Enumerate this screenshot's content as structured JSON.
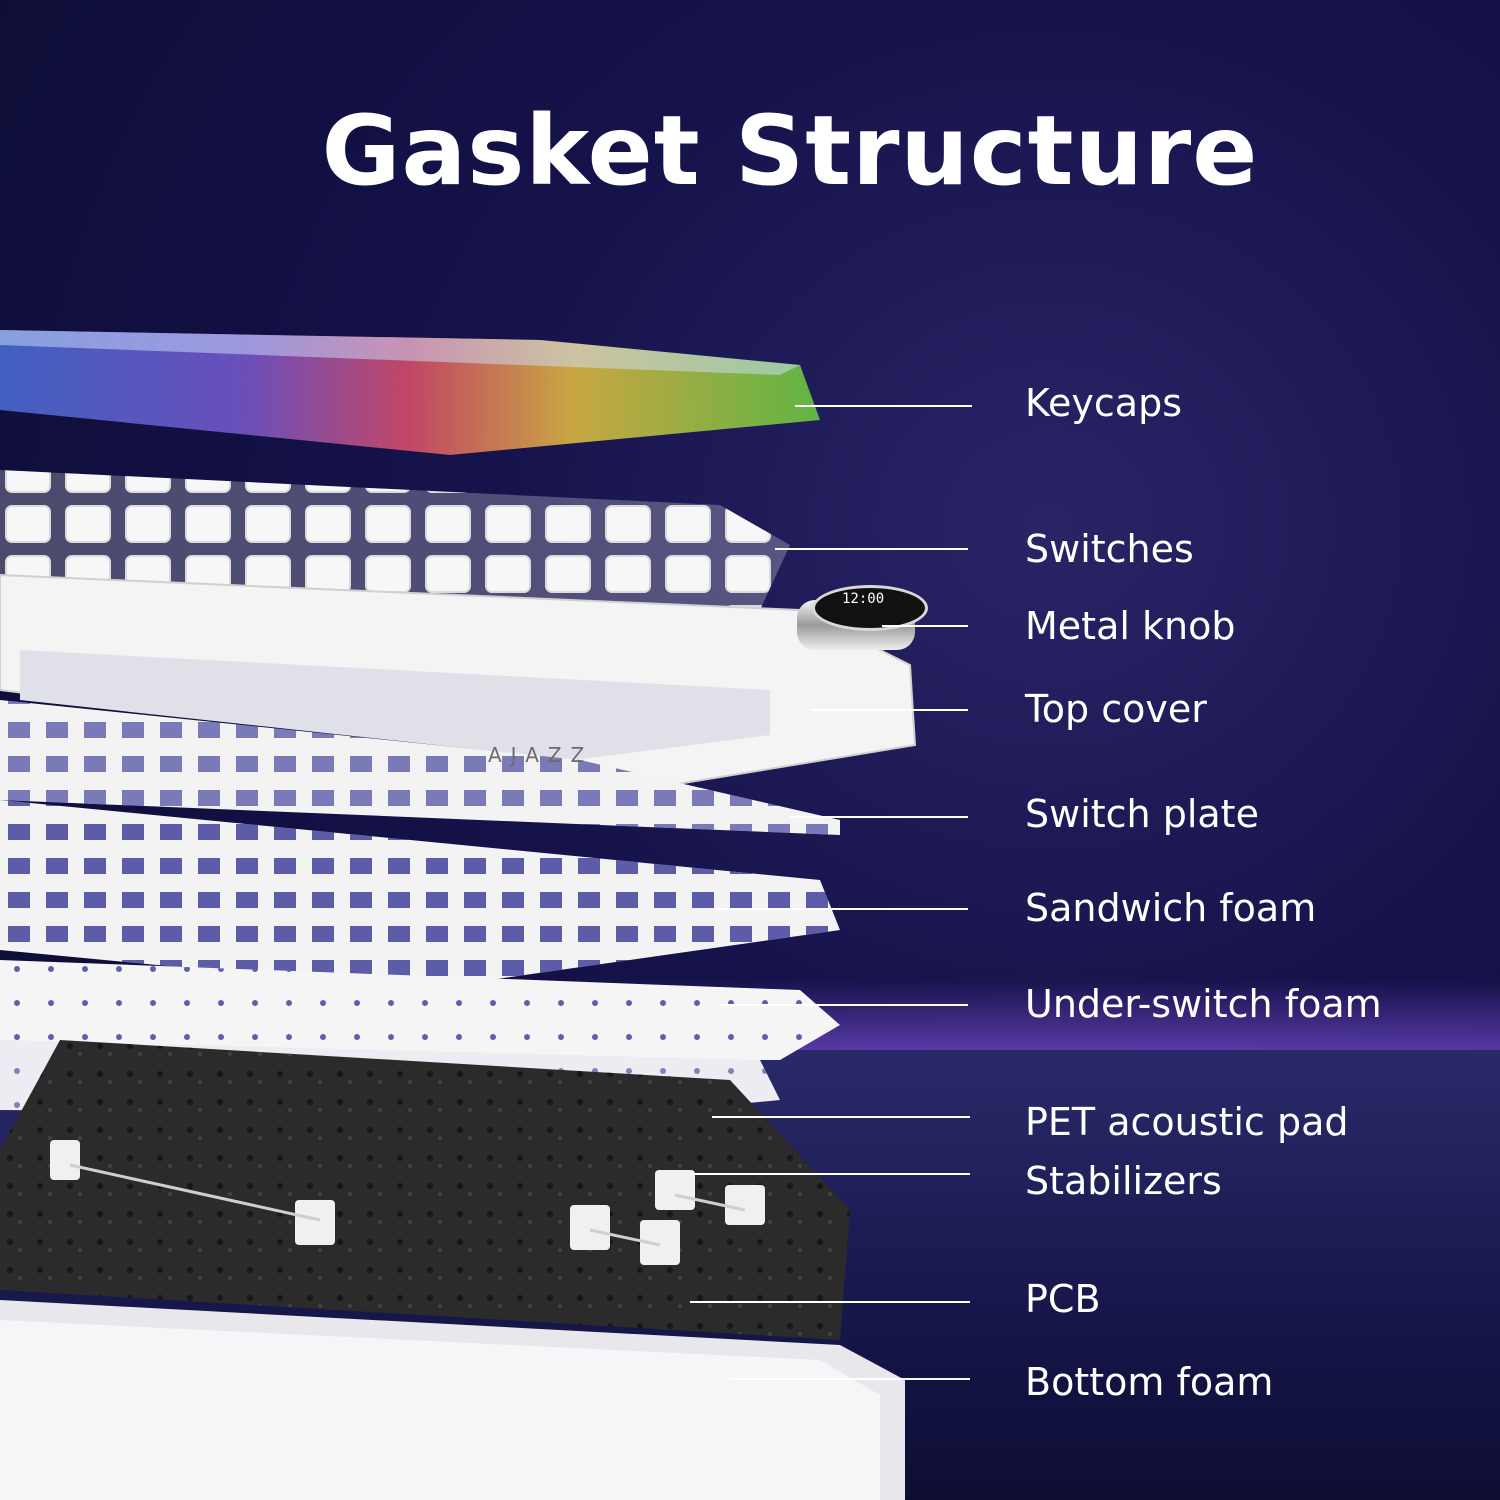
{
  "title": "Gasket Structure",
  "brand": "AJAZZ",
  "knob_time": "12:00",
  "colors": {
    "background": "#15124a",
    "text": "#ffffff",
    "plate": "#f2f2f2",
    "pcb": "#2b2b2b"
  },
  "layers": [
    {
      "label": "Keycaps"
    },
    {
      "label": "Switches"
    },
    {
      "label": "Metal knob"
    },
    {
      "label": "Top cover"
    },
    {
      "label": "Switch plate"
    },
    {
      "label": "Sandwich foam"
    },
    {
      "label": "Under-switch foam"
    },
    {
      "label": "PET acoustic pad"
    },
    {
      "label": "Stabilizers"
    },
    {
      "label": "PCB"
    },
    {
      "label": "Bottom foam"
    }
  ]
}
